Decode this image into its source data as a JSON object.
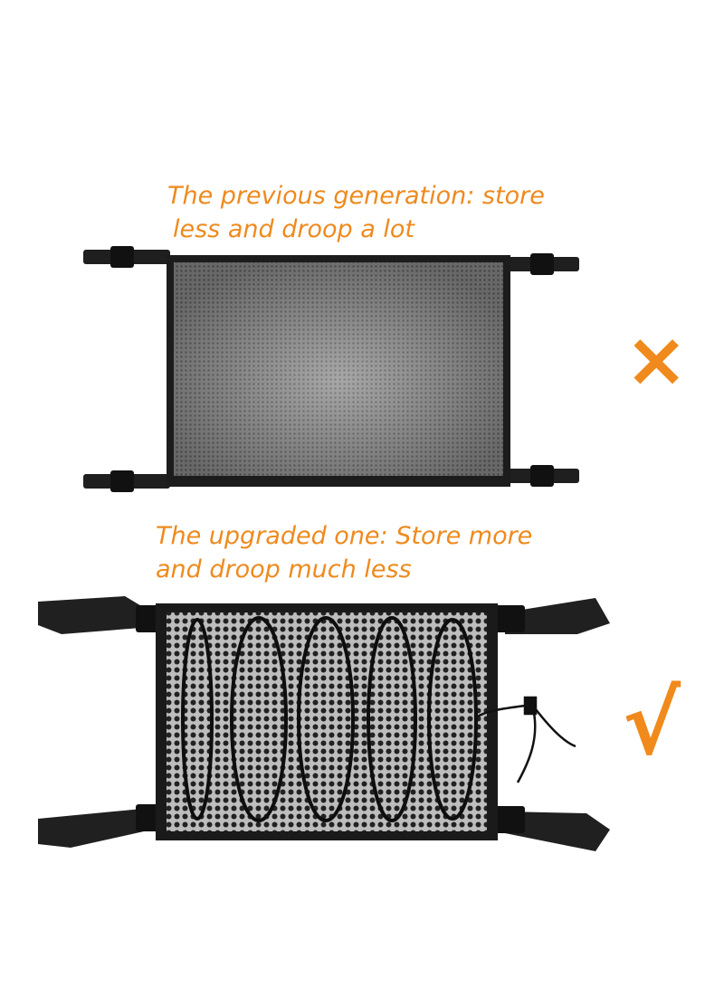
{
  "captions": {
    "previous": {
      "line1": "The  previous generation: store",
      "line2": "less and droop a lot"
    },
    "upgraded": {
      "line1": "The upgraded one:  Store more",
      "line2": "and droop much less"
    }
  },
  "marks": {
    "bad": "×",
    "good": "√"
  },
  "colors": {
    "accent_orange": "#ee8a1e",
    "net_black": "#1a1a1a",
    "mesh_gray": "#7d7d7d"
  }
}
